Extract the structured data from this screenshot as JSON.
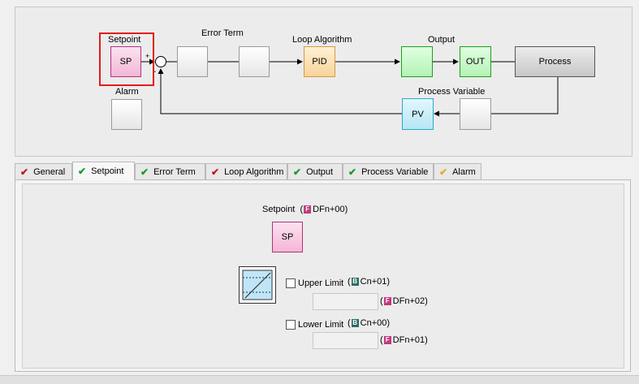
{
  "diagram": {
    "setpoint_label": "Setpoint",
    "sp_block": "SP",
    "alarm_label": "Alarm",
    "error_term_label": "Error Term",
    "loop_algorithm_label": "Loop Algorithm",
    "pid_block": "PID",
    "output_label": "Output",
    "out_block": "OUT",
    "process_block": "Process",
    "process_variable_label": "Process Variable",
    "pv_block": "PV",
    "plus_sign": "+",
    "minus_sign": "-"
  },
  "tabs": [
    {
      "label": "General",
      "status": "error"
    },
    {
      "label": "Setpoint",
      "status": "ok"
    },
    {
      "label": "Error Term",
      "status": "ok"
    },
    {
      "label": "Loop Algorithm",
      "status": "error"
    },
    {
      "label": "Output",
      "status": "ok"
    },
    {
      "label": "Process Variable",
      "status": "ok"
    },
    {
      "label": "Alarm",
      "status": "warning"
    }
  ],
  "active_tab": "Setpoint",
  "setpoint_panel": {
    "title": "Setpoint",
    "setpoint_tag": "F",
    "setpoint_address": "DFn+00",
    "sp_block": "SP",
    "upper_limit_label": "Upper Limit",
    "upper_limit_checked": false,
    "upper_limit_tag": "B",
    "upper_limit_bit": "Cn+01",
    "upper_limit_value": "",
    "upper_limit_value_tag": "F",
    "upper_limit_value_address": "DFn+02",
    "lower_limit_label": "Lower Limit",
    "lower_limit_checked": false,
    "lower_limit_tag": "B",
    "lower_limit_bit": "Cn+00",
    "lower_limit_value": "",
    "lower_limit_value_tag": "F",
    "lower_limit_value_address": "DFn+01"
  },
  "colors": {
    "selection_frame": "#e21d1d",
    "check_ok": "#1a9a2c",
    "check_error": "#c0182c",
    "check_warning": "#e0b020"
  }
}
